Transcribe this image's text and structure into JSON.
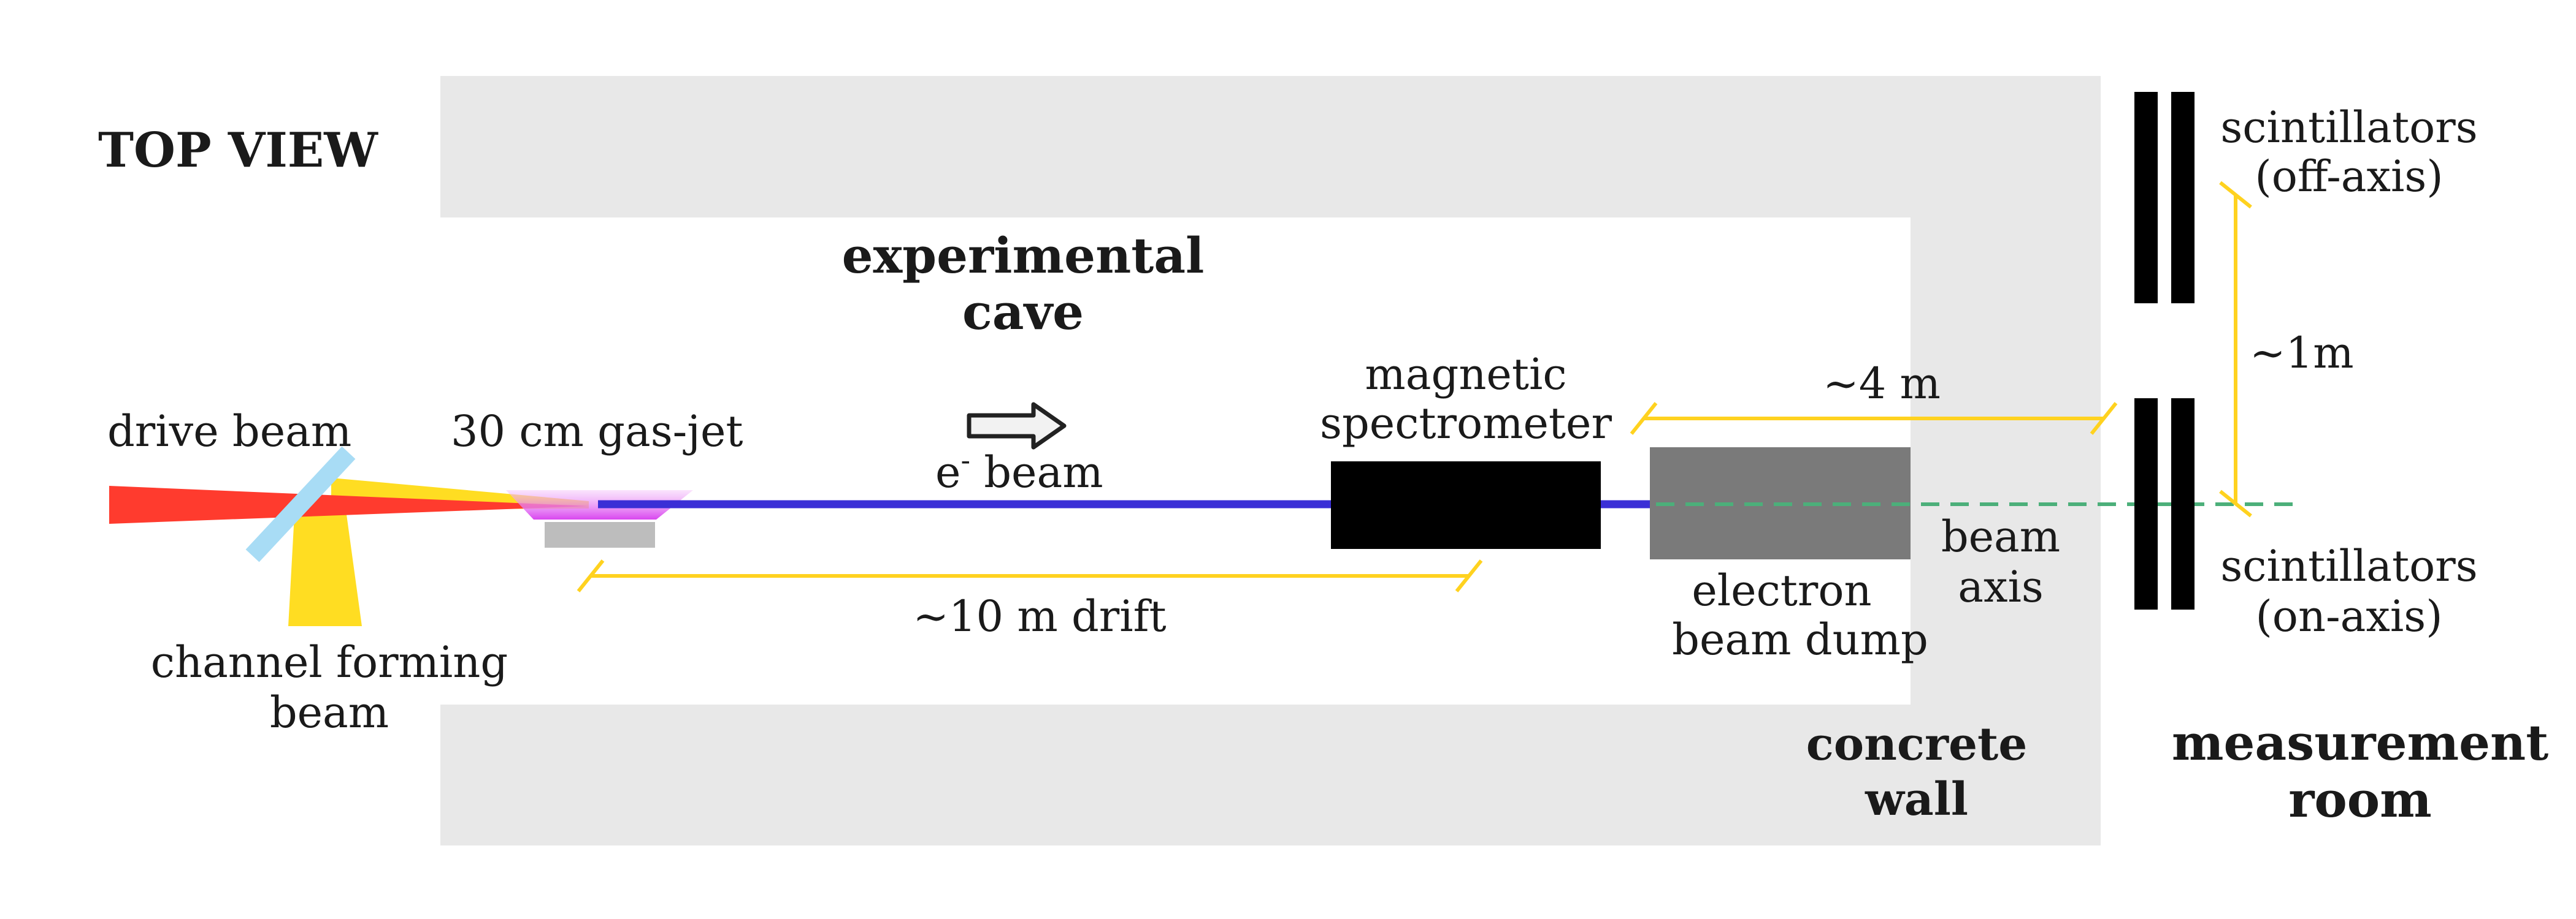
{
  "header": {
    "view_label": "TOP VIEW"
  },
  "rooms": {
    "cave_line1": "experimental",
    "cave_line2": "cave",
    "wall_line1": "concrete",
    "wall_line2": "wall",
    "measure_line1": "measurement",
    "measure_line2": "room"
  },
  "labels": {
    "drive_beam": "drive beam",
    "gas_jet": "30 cm gas-jet",
    "e_beam_prefix": "e",
    "e_beam_sup": "-",
    "e_beam_suffix": " beam",
    "spectrometer_line1": "magnetic",
    "spectrometer_line2": "spectrometer",
    "channel_line1": "channel forming",
    "channel_line2": "beam",
    "dump_line1": "electron",
    "dump_line2": "beam dump",
    "beam_axis_line1": "beam",
    "beam_axis_line2": "axis",
    "scint_off_line1": "scintillators",
    "scint_off_line2": "(off-axis)",
    "scint_on_line1": "scintillators",
    "scint_on_line2": "(on-axis)"
  },
  "dimensions": {
    "drift": "~10 m drift",
    "dump_to_wall": "~4 m",
    "scint_separation": "~1m"
  },
  "colors": {
    "wall": "#e8e8e8",
    "drive_beam": "#ff3b2e",
    "channel_beam": "#ffdd22",
    "electron_beam": "#3a2fd6",
    "beam_axis": "#4caf7a",
    "dimension_line": "#ffd21f",
    "mirror": "#a8dcf5",
    "gas_jet": "#d946ef",
    "gas_jet_base": "#bdbdbd",
    "spectrometer": "#000000",
    "beam_dump": "#7a7a7a",
    "scintillator": "#000000"
  }
}
